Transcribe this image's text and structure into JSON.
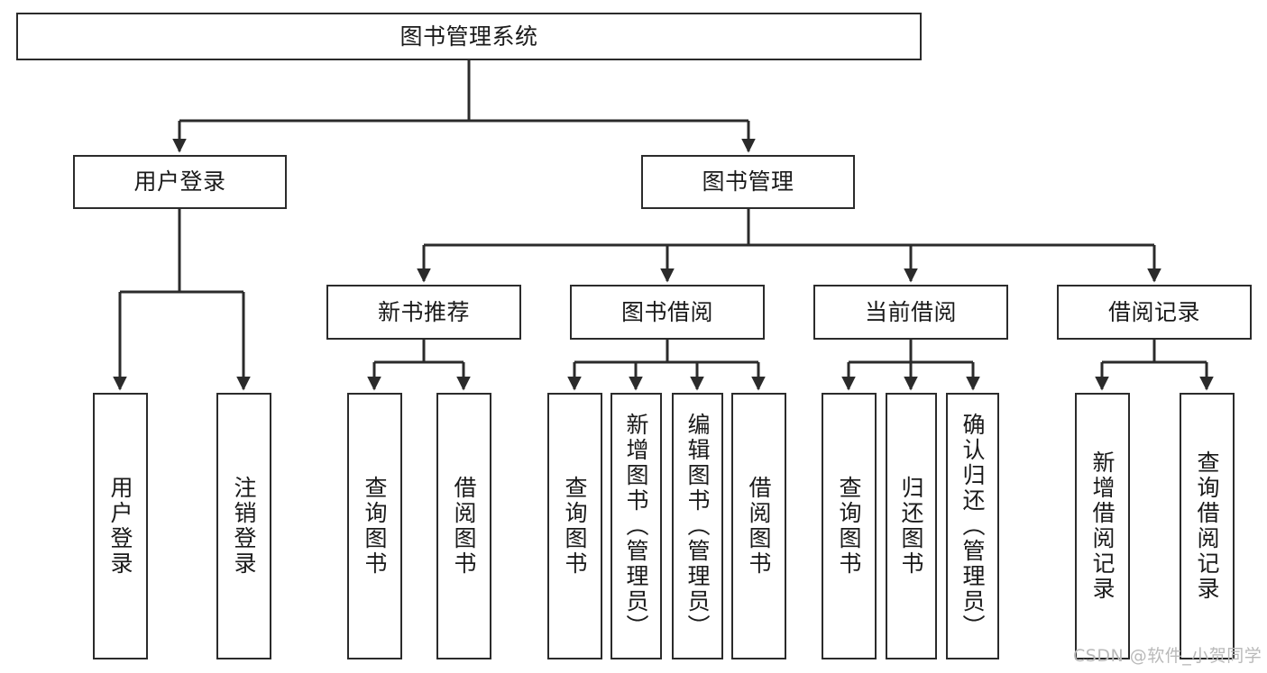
{
  "diagram": {
    "title": "图书管理系统",
    "type": "tree-hierarchy",
    "watermark": "CSDN @软件_小贺同学",
    "colors": {
      "node_border": "#2b2b2b",
      "node_fill": "#ffffff",
      "edge": "#2b2b2b",
      "text": "#1a1a1a",
      "watermark": "#b9b9b9",
      "background": "#ffffff"
    },
    "nodes": {
      "root": {
        "label": "图书管理系统"
      },
      "level2": [
        {
          "id": "user-login",
          "label": "用户登录"
        },
        {
          "id": "book-manage",
          "label": "图书管理"
        }
      ],
      "level3": [
        {
          "id": "new-book-recommend",
          "label": "新书推荐"
        },
        {
          "id": "book-borrow",
          "label": "图书借阅"
        },
        {
          "id": "current-borrow",
          "label": "当前借阅"
        },
        {
          "id": "borrow-record",
          "label": "借阅记录"
        }
      ],
      "leaves": {
        "user_login": [
          {
            "id": "leaf-user-login",
            "label": "用户登录"
          },
          {
            "id": "leaf-user-logout",
            "label": "注销登录"
          }
        ],
        "new_book_recommend": [
          {
            "id": "leaf-query-book-1",
            "label": "查询图书"
          },
          {
            "id": "leaf-borrow-book-1",
            "label": "借阅图书"
          }
        ],
        "book_borrow": [
          {
            "id": "leaf-query-book-2",
            "label": "查询图书"
          },
          {
            "id": "leaf-add-book",
            "label": "新增图书（管理员）"
          },
          {
            "id": "leaf-edit-book",
            "label": "编辑图书（管理员）"
          },
          {
            "id": "leaf-borrow-book-2",
            "label": "借阅图书"
          }
        ],
        "current_borrow": [
          {
            "id": "leaf-query-book-3",
            "label": "查询图书"
          },
          {
            "id": "leaf-return-book",
            "label": "归还图书"
          },
          {
            "id": "leaf-confirm-return",
            "label": "确认归还（管理员）"
          }
        ],
        "borrow_record": [
          {
            "id": "leaf-add-record",
            "label": "新增借阅记录"
          },
          {
            "id": "leaf-query-record",
            "label": "查询借阅记录"
          }
        ]
      }
    }
  }
}
